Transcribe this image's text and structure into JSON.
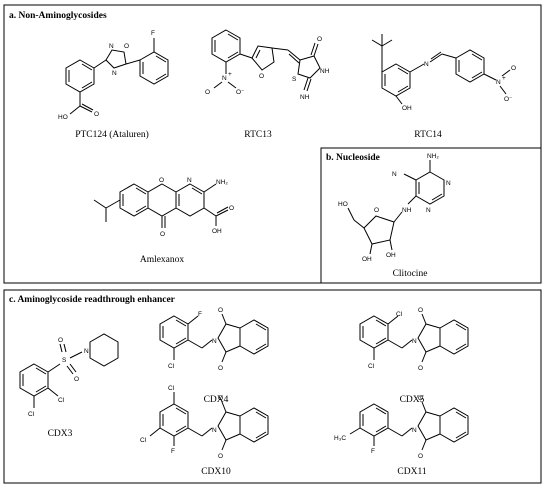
{
  "panels": {
    "a": {
      "title": "a. Non-Aminoglycosides"
    },
    "b": {
      "title": "b. Nucleoside"
    },
    "c": {
      "title": "c. Aminoglycoside readthrough enhancer"
    }
  },
  "compounds": {
    "ptc124": "PTC124 (Ataluren)",
    "rtc13": "RTC13",
    "rtc14": "RTC14",
    "amlexanox": "Amlexanox",
    "clitocine": "Clitocine",
    "cdx3": "CDX3",
    "cdx4": "CDX4",
    "cdx5": "CDX5",
    "cdx10": "CDX10",
    "cdx11": "CDX11"
  },
  "atoms": {
    "f": "F",
    "oh": "OH",
    "o": "O",
    "n": "N",
    "s": "S",
    "nh": "NH",
    "no2_n": "N",
    "o_minus": "O⁻",
    "nh2": "NH₂",
    "h3c": "H₃C",
    "cl": "Cl",
    "ho": "HO",
    "plus": "+"
  }
}
